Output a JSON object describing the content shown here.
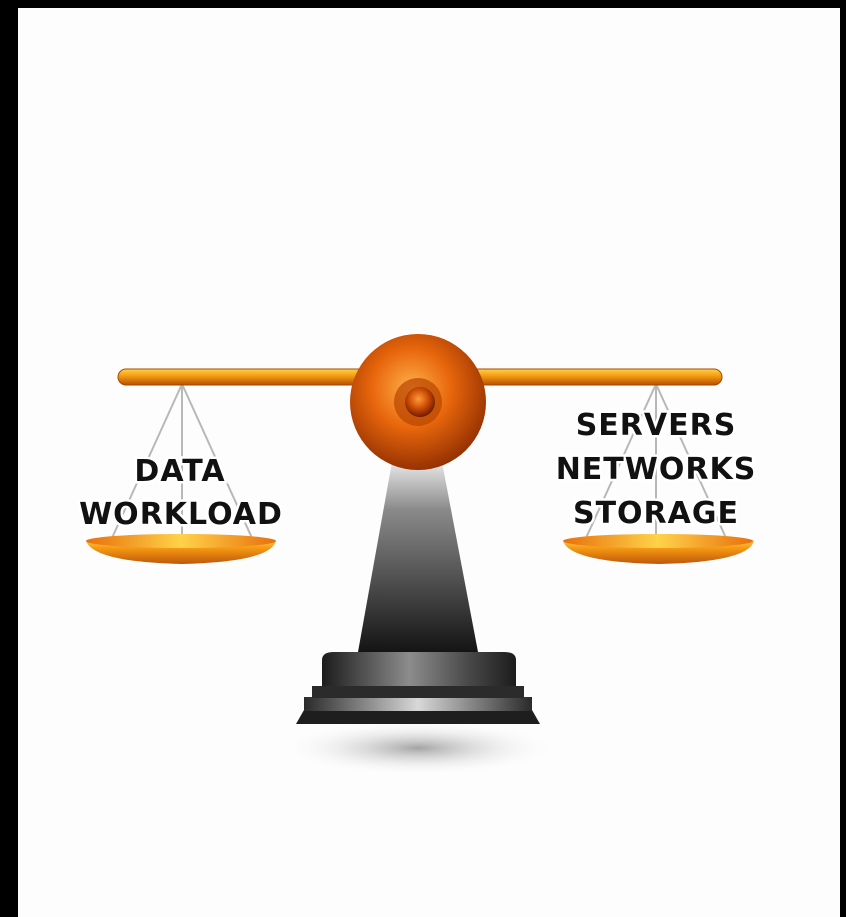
{
  "illustration": {
    "left_pan": {
      "lines": [
        "DATA",
        "WORKLOAD"
      ]
    },
    "right_pan": {
      "lines": [
        "SERVERS",
        "NETWORKS",
        "STORAGE"
      ]
    }
  },
  "colors": {
    "page_border": "#000000",
    "background": "#fdfdfd",
    "beam": "#e07b00",
    "pivot": "#e8660c",
    "pan": "#f08a10",
    "pedestal_dark": "#1f1f1f",
    "pedestal_light": "#d6d6d6",
    "label_text": "#111111"
  }
}
